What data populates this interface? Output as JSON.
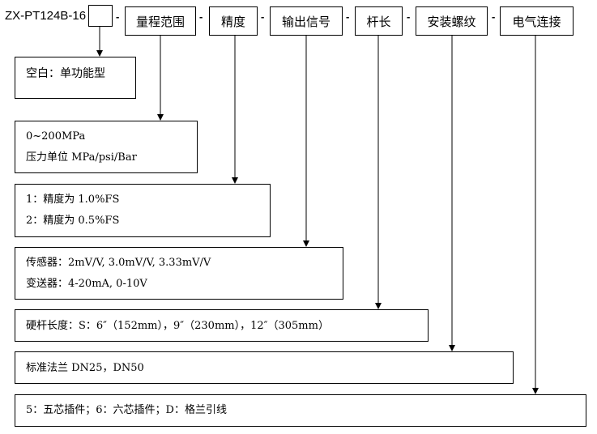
{
  "model": "ZX-PT124B-16",
  "dash": "-",
  "header": {
    "fields": [
      "量程范围",
      "精度",
      "输出信号",
      "杆长",
      "安装螺纹",
      "电气连接"
    ]
  },
  "options": {
    "function": [
      "空白：单功能型"
    ],
    "range": [
      "0~200MPa",
      "压力单位 MPa/psi/Bar"
    ],
    "accuracy": [
      "1：精度为 1.0%FS",
      "2：精度为 0.5%FS"
    ],
    "output": [
      "传感器：2mV/V, 3.0mV/V, 3.33mV/V",
      "变送器：4-20mA, 0-10V"
    ],
    "rod": [
      "硬杆长度：S：6″（152mm），9″（230mm），12″（305mm）"
    ],
    "thread": [
      "标准法兰 DN25，DN50"
    ],
    "electrical": [
      "5：五芯插件；6：六芯插件；D：格兰引线"
    ]
  }
}
